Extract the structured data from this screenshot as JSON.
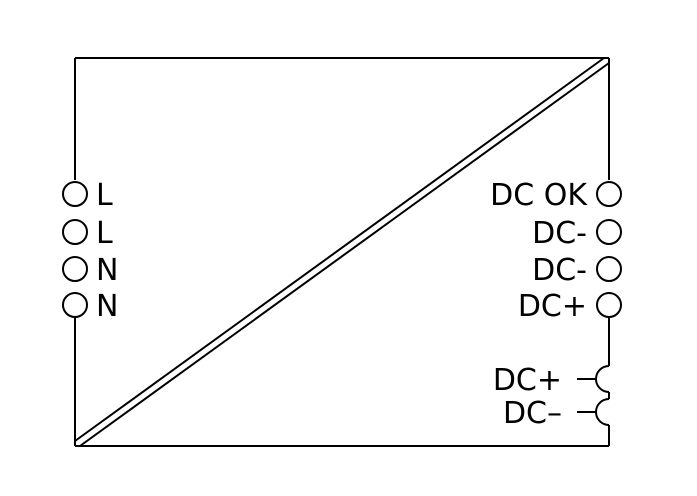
{
  "diagram": {
    "colors": {
      "stroke": "#000000",
      "background": "#ffffff"
    },
    "left_terminals": [
      {
        "label": "L"
      },
      {
        "label": "L"
      },
      {
        "label": "N"
      },
      {
        "label": "N"
      }
    ],
    "right_terminals": [
      {
        "label": "DC OK"
      },
      {
        "label": "DC-"
      },
      {
        "label": "DC-"
      },
      {
        "label": "DC+"
      }
    ],
    "output_terminals": [
      {
        "label": "DC+"
      },
      {
        "label": "DC–"
      }
    ]
  }
}
